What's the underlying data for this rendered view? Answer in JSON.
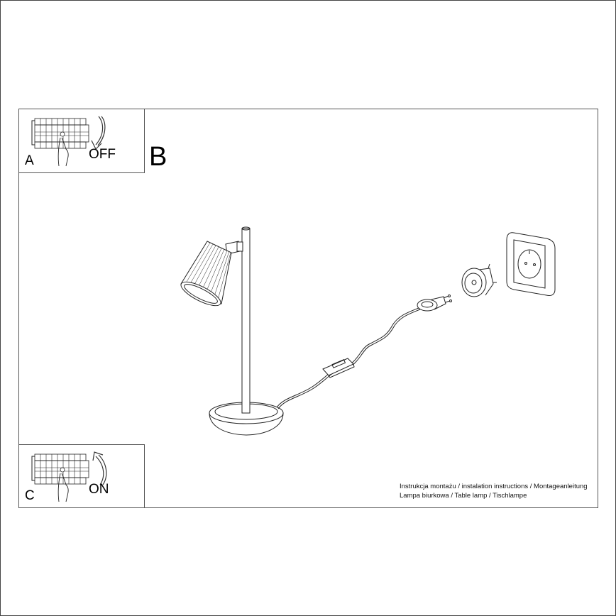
{
  "steps": {
    "a": {
      "letter": "A",
      "action": "OFF"
    },
    "b": {
      "letter": "B"
    },
    "c": {
      "letter": "C",
      "action": "ON"
    }
  },
  "caption": {
    "line1": "Instrukcja montażu / instalation instructions / Montageanleitung",
    "line2": "Lampa biurkowa / Table lamp / Tischlampe"
  },
  "illustration": {
    "items": [
      "table-lamp",
      "inline-switch",
      "euro-plug",
      "plug-adapter",
      "wall-socket"
    ]
  },
  "colors": {
    "line": "#222222",
    "frame": "#555555",
    "background": "#ffffff"
  }
}
